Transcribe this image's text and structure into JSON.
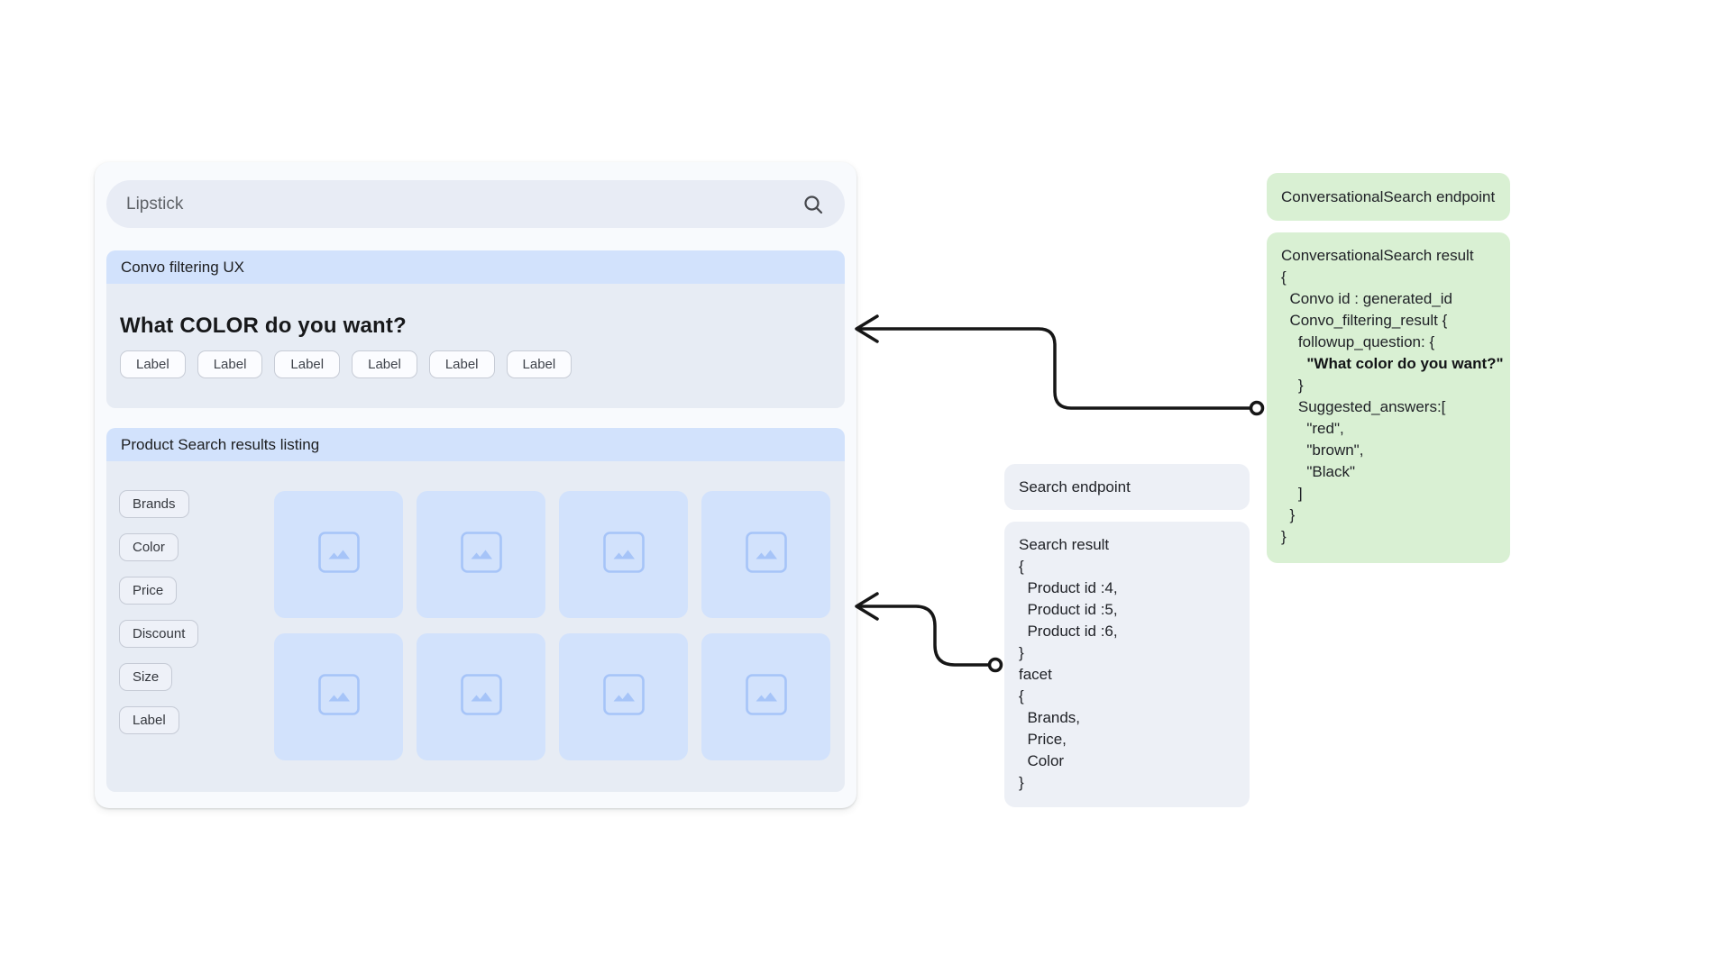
{
  "mockup": {
    "search": {
      "value": "Lipstick",
      "icon": "search-icon"
    },
    "convo_section": {
      "header": "Convo filtering UX",
      "question": "What COLOR do you want?",
      "chips": [
        "Label",
        "Label",
        "Label",
        "Label",
        "Label",
        "Label"
      ]
    },
    "results_section": {
      "header": "Product Search results listing",
      "facets": [
        "Brands",
        "Color",
        "Price",
        "Discount",
        "Size",
        "Label"
      ],
      "tile_count": 8,
      "tile_icon": "image-placeholder-icon"
    }
  },
  "annotations": {
    "conversational_endpoint": {
      "title": "ConversationalSearch endpoint"
    },
    "conversational_result": {
      "lines": [
        {
          "text": "ConversationalSearch result"
        },
        {
          "text": "{"
        },
        {
          "text": "  Convo id : generated_id"
        },
        {
          "text": "  Convo_filtering_result {"
        },
        {
          "text": "    followup_question: {"
        },
        {
          "text": "      \"What color do you want?\"",
          "bold": true
        },
        {
          "text": "    }"
        },
        {
          "text": "    Suggested_answers:["
        },
        {
          "text": "      \"red\","
        },
        {
          "text": "      \"brown\","
        },
        {
          "text": "      \"Black\""
        },
        {
          "text": "    ]"
        },
        {
          "text": "  }"
        },
        {
          "text": "}"
        }
      ]
    },
    "search_endpoint": {
      "title": "Search endpoint"
    },
    "search_result": {
      "lines": [
        {
          "text": "Search result"
        },
        {
          "text": "{"
        },
        {
          "text": "  Product id :4,"
        },
        {
          "text": "  Product id :5,"
        },
        {
          "text": "  Product id :6,"
        },
        {
          "text": "}"
        },
        {
          "text": "facet"
        },
        {
          "text": "{"
        },
        {
          "text": "  Brands,"
        },
        {
          "text": "  Price,"
        },
        {
          "text": "  Color"
        },
        {
          "text": "}"
        }
      ]
    }
  },
  "colors": {
    "section_header_blue": "#d2e2fc",
    "section_body": "#e7ecf4",
    "tile_blue": "#d2e2fc",
    "tile_icon_blue": "#a6c4f8",
    "annotation_green": "#d9f0d3",
    "annotation_gray": "#edf0f6",
    "card_bg": "#f8fafd",
    "arrow": "#161616"
  }
}
